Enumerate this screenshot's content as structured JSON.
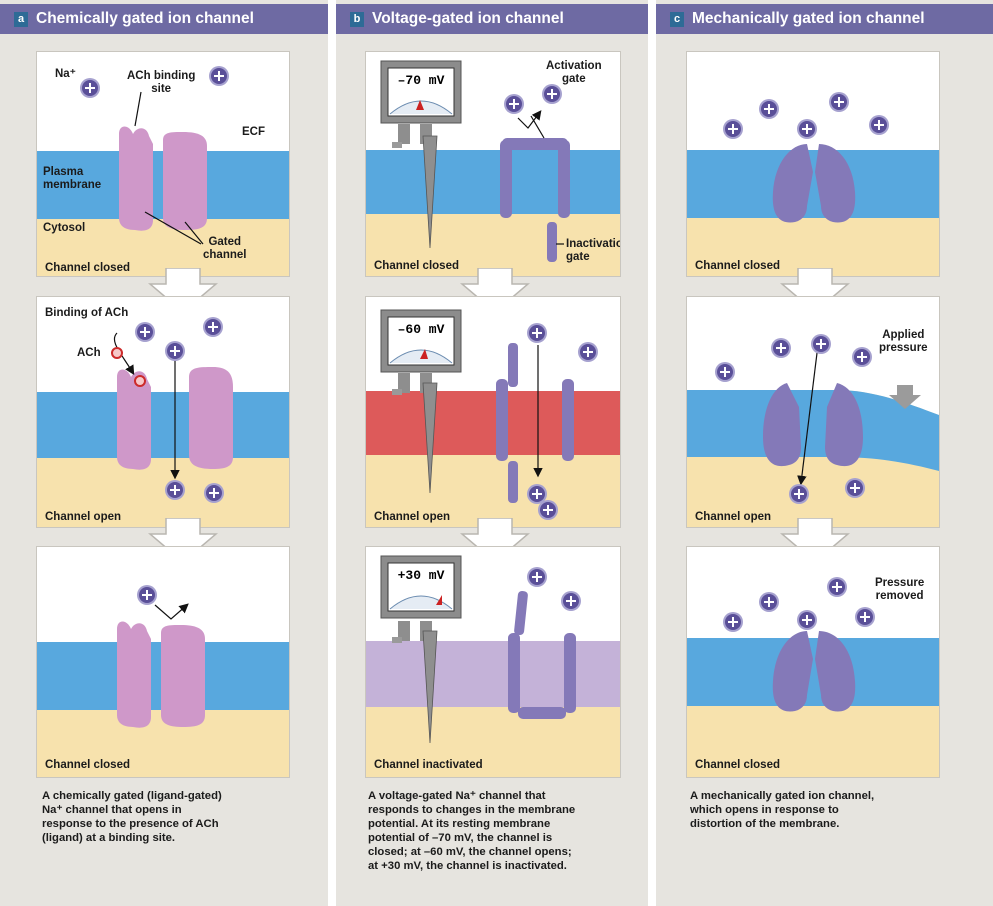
{
  "colors": {
    "header": "#6e6aa3",
    "membrane": "#58a8de",
    "cytosol": "#f7e2ad",
    "ligand_channel": "#cf98c9",
    "protein_channel": "#8479b8",
    "depolarized_membrane": "#dd5a5a",
    "inactivated_membrane": "#c4b2d8",
    "ion": "#5a4f98"
  },
  "panels": {
    "a": {
      "letter": "a",
      "title": "Chemically gated ion channel"
    },
    "b": {
      "letter": "b",
      "title": "Voltage-gated ion channel"
    },
    "c": {
      "letter": "c",
      "title": "Mechanically gated ion channel"
    }
  },
  "a1": {
    "na": "Na⁺",
    "ach_site": "ACh binding\nsite",
    "ecf": "ECF",
    "plasma": "Plasma\nmembrane",
    "cytosol": "Cytosol",
    "gated": "Gated\nchannel",
    "status": "Channel closed"
  },
  "a2": {
    "binding": "Binding of ACh",
    "ach": "ACh",
    "status": "Channel open"
  },
  "a3": {
    "status": "Channel closed"
  },
  "b1": {
    "activation": "Activation\ngate",
    "inactivation": "Inactivation\ngate",
    "status": "Channel closed",
    "voltage": "–70 mV"
  },
  "b2": {
    "status": "Channel open",
    "voltage": "–60 mV"
  },
  "b3": {
    "status": "Channel inactivated",
    "voltage": "+30 mV"
  },
  "c1": {
    "status": "Channel closed"
  },
  "c2": {
    "applied": "Applied\npressure",
    "status": "Channel open"
  },
  "c3": {
    "removed": "Pressure\nremoved",
    "status": "Channel closed"
  },
  "captions": {
    "a": "A chemically gated (ligand-gated)\nNa⁺ channel that opens in\nresponse to the presence of ACh\n(ligand) at a binding site.",
    "b": "A voltage-gated Na⁺ channel that\nresponds to changes in the membrane\npotential. At its resting membrane\npotential of –70 mV, the channel is\nclosed; at –60 mV, the channel opens;\nat +30 mV, the channel is inactivated.",
    "c": "A mechanically gated ion channel,\nwhich opens in response to\ndistortion of the membrane."
  }
}
